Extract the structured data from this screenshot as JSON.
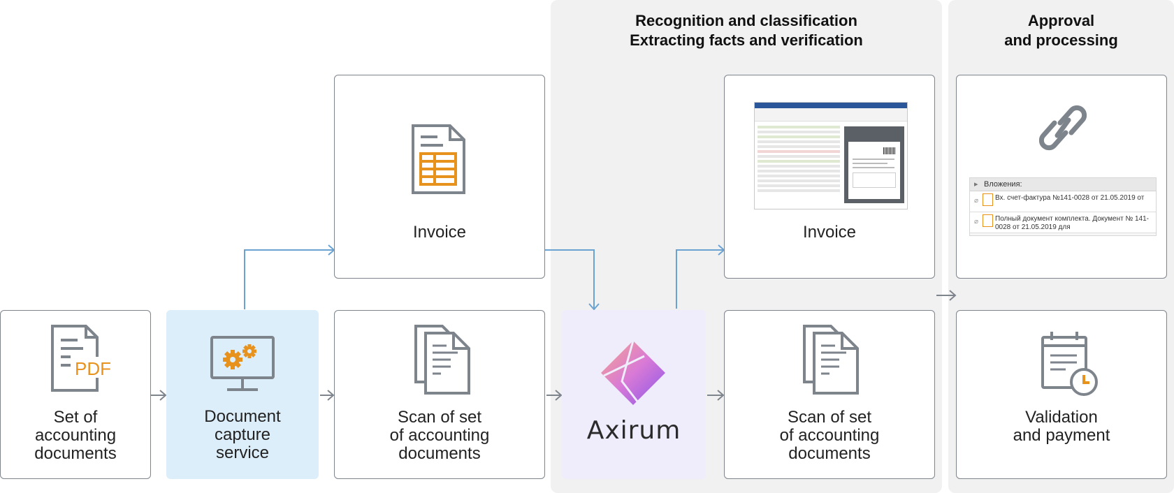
{
  "sections": {
    "recognition_title": "Recognition and classification\nExtracting facts and verification",
    "approval_title": "Approval\nand processing"
  },
  "nodes": {
    "set_docs": "Set of\naccounting\ndocuments",
    "capture": "Document\ncapture\nservice",
    "invoice_1": "Invoice",
    "scan_1": "Scan of set\nof accounting\ndocuments",
    "axirum": "Axirum",
    "invoice_2": "Invoice",
    "scan_2": "Scan of set\nof accounting\ndocuments",
    "validation": "Validation\nand payment"
  },
  "pdf_icon_text": "PDF",
  "attachments": {
    "header": "Вложения:",
    "items": [
      "Вх. счет-фактура №141-0028 от 21.05.2019 от",
      "Полный документ комплекта. Документ № 141-0028 от 21.05.2019 для"
    ]
  },
  "colors": {
    "accent_orange": "#e8921e",
    "gray_icon": "#7e848c",
    "arrow_blue": "#6aa3d2",
    "arrow_gray": "#7e848c",
    "band_bg": "#f1f1f2",
    "capture_bg": "#ddeefb",
    "axirum_bg": "#efedfb"
  }
}
